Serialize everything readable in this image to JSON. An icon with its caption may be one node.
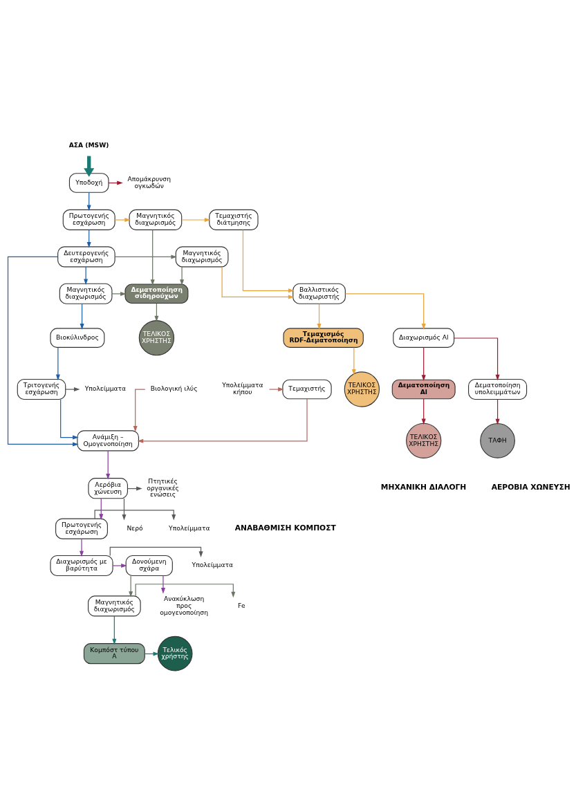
{
  "diagram": {
    "nodes": [
      {
        "text": [
          "ΑΣΑ (MSW)"
        ]
      },
      {
        "text": [
          "Υποδοχή"
        ]
      },
      {
        "text": [
          "Απομάκρυνση ογκωδών"
        ]
      },
      {
        "text": [
          "Πρωτογενής εσχάρωση"
        ]
      },
      {
        "text": [
          "Μαγνητικός διαχωρισμός"
        ]
      },
      {
        "text": [
          "Τεμαχιστής διάτμησης"
        ]
      },
      {
        "text": [
          "Δεματοποίηση υπολειμμάτων"
        ]
      },
      {
        "text": [
          "ΤΑΦΗ"
        ]
      },
      {
        "text": [
          "Διαχωρισμός Al"
        ]
      },
      {
        "text": [
          "Δεματοποίηση Al"
        ]
      },
      {
        "text": [
          "Βαλλιστικός διαχωριστής"
        ]
      },
      {
        "text": [
          "ΤΕΛΙΚΟΣ ΧΡΗΣΤΗΣ"
        ]
      },
      {
        "text": [
          "Δευτερογενής εσχάρωση"
        ]
      },
      {
        "text": [
          "Μαγνητικός διαχωρισμός"
        ]
      },
      {
        "text": [
          "Τεμαχισμός RDF-Δεματοποίηση"
        ]
      },
      {
        "text": [
          "Μαγνητικός διαχωρισμός"
        ]
      },
      {
        "text": [
          "Δεματοποίηση σιδηρούχων"
        ]
      },
      {
        "text": [
          "ΤΕΛΙΚΟΣ ΧΡΗΣΤΗΣ"
        ]
      },
      {
        "text": [
          "Βιοκύλινδρος"
        ]
      },
      {
        "text": [
          "ΤΕΛΙΚΟΣ ΧΡΗΣΤΗΣ"
        ]
      },
      {
        "text": [
          "Τριτογενής εσχάρωση"
        ]
      },
      {
        "text": [
          "Υπολείμματα"
        ]
      },
      {
        "text": [
          "Βιολογική ιλύς"
        ]
      },
      {
        "text": [
          "Ανάμιξη – Ομογενοποίηση"
        ]
      },
      {
        "text": [
          "Τεμαχιστής"
        ]
      },
      {
        "text": [
          "Υπολείμματα κήπου"
        ]
      },
      {
        "text": [
          "Πτητικές οργανικές ενώσεις"
        ]
      },
      {
        "text": [
          "Αερόβια χώνευση"
        ]
      },
      {
        "text": [
          "Νερό"
        ]
      },
      {
        "text": [
          "Υπολείμματα"
        ]
      },
      {
        "text": [
          "Πρωτογενής εσχάρωση"
        ]
      },
      {
        "text": [
          "Υπολείμματα"
        ]
      },
      {
        "text": [
          "Διαχωρισμός με βαρύτητα"
        ]
      },
      {
        "text": [
          "Δονούμενη σχάρα"
        ]
      },
      {
        "text": [
          "Ανακύκλωση προς ομογενοποίηση"
        ]
      },
      {
        "text": [
          "Fe"
        ]
      },
      {
        "text": [
          "Μαγνητικός διαχωρισμός"
        ]
      },
      {
        "text": [
          "Κομπόστ τύπου Α"
        ]
      },
      {
        "text": [
          "Τελικός χρήστης"
        ]
      }
    ],
    "edges": [
      {
        "from": 0,
        "to": 1,
        "arrow": "to",
        "style": "thick",
        "color": "#1a7a73"
      },
      {
        "from": 1,
        "to": 2,
        "arrow": "to",
        "color": "#9b1b30"
      },
      {
        "from": 1,
        "to": 3,
        "arrow": "to",
        "color": "#1f5fa8"
      },
      {
        "from": 3,
        "to": 4,
        "arrow": "to",
        "color": "#e8a33a"
      },
      {
        "from": 4,
        "to": 5,
        "arrow": "to",
        "color": "#e8a33a"
      },
      {
        "from": 5,
        "to": 10,
        "arrow": "to",
        "color": "#e8a33a"
      },
      {
        "from": 10,
        "to": 8,
        "arrow": "to",
        "color": "#e8a33a"
      },
      {
        "from": 8,
        "to": 6,
        "arrow": "to",
        "color": "#9b1b30"
      },
      {
        "from": 8,
        "to": 9,
        "arrow": "to",
        "color": "#9b1b30"
      },
      {
        "from": 6,
        "to": 7,
        "arrow": "to",
        "color": "#9b1b30"
      },
      {
        "from": 9,
        "to": 11,
        "arrow": "to",
        "color": "#9b1b30"
      },
      {
        "from": 3,
        "to": 12,
        "arrow": "to",
        "color": "#1f5fa8"
      },
      {
        "from": 12,
        "to": 13,
        "arrow": "to",
        "color": "#6b7563"
      },
      {
        "from": 4,
        "to": 16,
        "arrow": "to",
        "color": "#6b7563"
      },
      {
        "from": 13,
        "to": 16,
        "arrow": "to",
        "color": "#6b7563"
      },
      {
        "from": 13,
        "to": 10,
        "arrow": "to",
        "color": "#e8a33a"
      },
      {
        "from": 10,
        "to": 14,
        "arrow": "to",
        "color": "#e8a33a"
      },
      {
        "from": 14,
        "to": 17,
        "arrow": "to",
        "color": "#e8a33a"
      },
      {
        "from": 12,
        "to": 15,
        "arrow": "to",
        "color": "#1f5fa8"
      },
      {
        "from": 15,
        "to": 16,
        "arrow": "to",
        "color": "#6b7563"
      },
      {
        "from": 16,
        "to": 19,
        "arrow": "to",
        "color": "#6b7563"
      },
      {
        "from": 15,
        "to": 18,
        "arrow": "to",
        "color": "#1f5fa8"
      },
      {
        "from": 18,
        "to": 20,
        "arrow": "to",
        "color": "#1f5fa8"
      },
      {
        "from": 20,
        "to": 21,
        "arrow": "to",
        "color": "#5a5a5a"
      },
      {
        "from": 12,
        "to": 23,
        "arrow": "to",
        "color": "#1f5fa8"
      },
      {
        "from": 20,
        "to": 23,
        "arrow": "to",
        "color": "#1f5fa8"
      },
      {
        "from": 22,
        "to": 23,
        "arrow": "to",
        "color": "#b5675c"
      },
      {
        "from": 24,
        "to": 23,
        "arrow": "to",
        "color": "#b5675c"
      },
      {
        "from": 25,
        "to": 24,
        "arrow": "to",
        "color": "#b5675c"
      },
      {
        "from": 23,
        "to": 27,
        "arrow": "to",
        "color": "#8a3ea0"
      },
      {
        "from": 27,
        "to": 26,
        "arrow": "to",
        "color": "#5a5a5a"
      },
      {
        "from": 27,
        "to": 28,
        "arrow": "to",
        "color": "#5a5a5a"
      },
      {
        "from": 27,
        "to": 30,
        "arrow": "to",
        "color": "#8a3ea0"
      },
      {
        "from": 30,
        "to": 29,
        "arrow": "to",
        "color": "#5a5a5a"
      },
      {
        "from": 30,
        "to": 32,
        "arrow": "to",
        "color": "#8a3ea0"
      },
      {
        "from": 32,
        "to": 31,
        "arrow": "to",
        "color": "#5a5a5a"
      },
      {
        "from": 32,
        "to": 33,
        "arrow": "to",
        "color": "#8a3ea0"
      },
      {
        "from": 33,
        "to": 34,
        "arrow": "to",
        "color": "#8a3ea0"
      },
      {
        "from": 33,
        "to": 36,
        "arrow": "to",
        "color": "#6b7563"
      },
      {
        "from": 36,
        "to": 35,
        "arrow": "to",
        "color": "#6b7563"
      },
      {
        "from": 36,
        "to": 37,
        "arrow": "to",
        "color": "#1a7a73"
      },
      {
        "from": 37,
        "to": 38,
        "arrow": "to",
        "color": "#1a7a73"
      }
    ],
    "labels": [
      "ΜΗΧΑΝΙΚΗ ΔΙΑΛΟΓΗ",
      "ΑΕΡΟΒΙΑ ΧΩΝΕΥΣΗ",
      "ΑΝΑΒΑΘΜΙΣΗ ΚΟΜΠΟΣΤ"
    ]
  }
}
